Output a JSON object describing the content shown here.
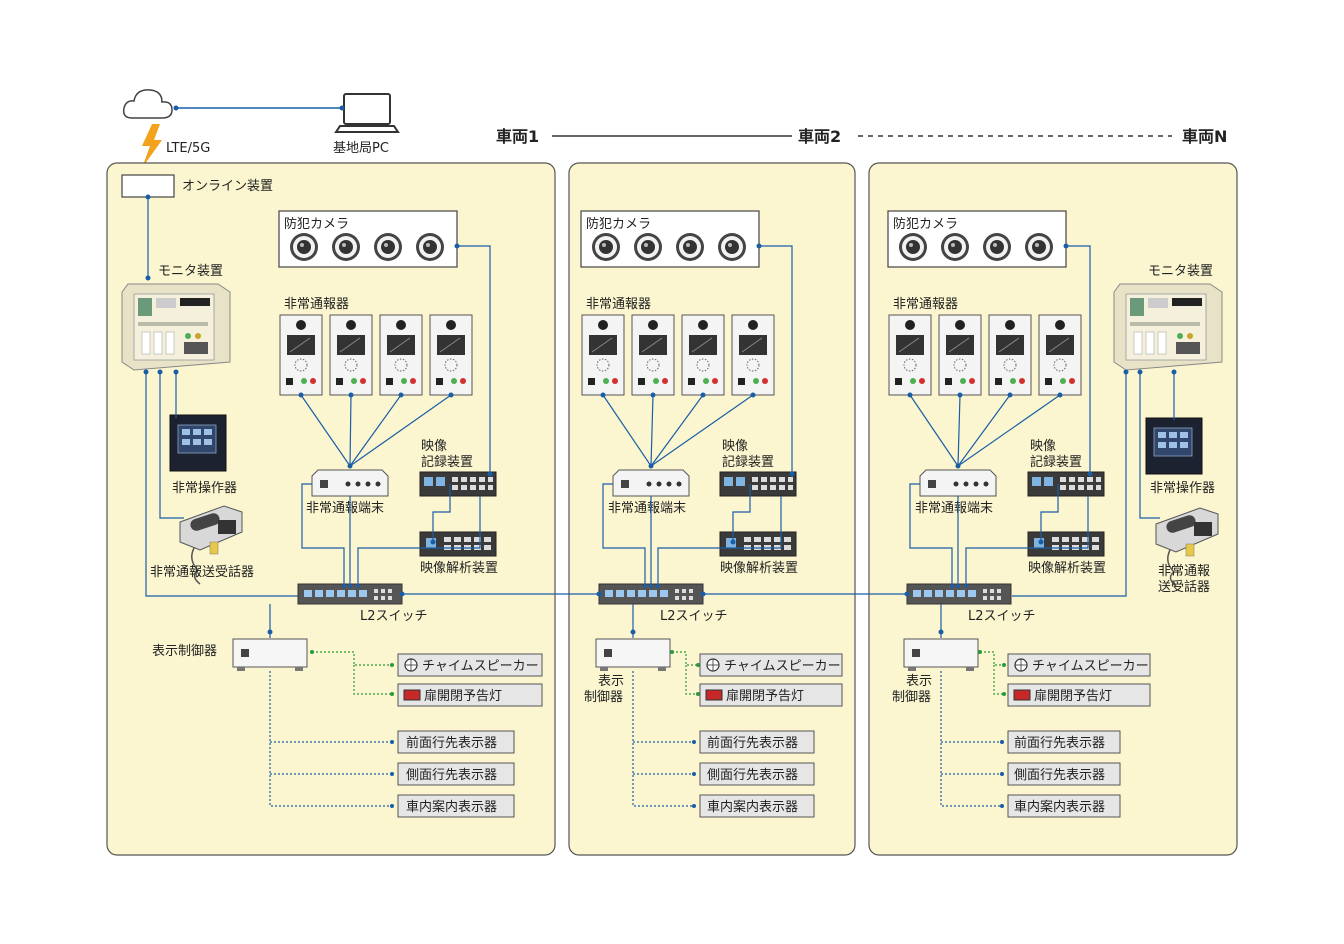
{
  "header": {
    "car1": "車両1",
    "car2": "車両2",
    "carN": "車両N"
  },
  "top": {
    "lte_label": "LTE/5G",
    "base_pc_label": "基地局PC",
    "online_label": "オンライン装置"
  },
  "car1": {
    "monitor_label": "モニタ装置",
    "camera_title": "防犯カメラ",
    "emergency_title": "非常通報器",
    "terminal_label": "非常通報端末",
    "recorder_label_1": "映像",
    "recorder_label_2": "記録装置",
    "analyzer_label": "映像解析装置",
    "operator_label": "非常操作器",
    "handset_label": "非常通報送受話器",
    "switch_label": "L2スイッチ",
    "display_ctrl_label": "表示制御器",
    "chime_label": "チャイムスピーカー",
    "door_lamp_label": "扉開閉予告灯",
    "front_display_label": "前面行先表示器",
    "side_display_label": "側面行先表示器",
    "inside_display_label": "車内案内表示器"
  },
  "car2": {
    "camera_title": "防犯カメラ",
    "emergency_title": "非常通報器",
    "terminal_label": "非常通報端末",
    "recorder_label_1": "映像",
    "recorder_label_2": "記録装置",
    "analyzer_label": "映像解析装置",
    "switch_label": "L2スイッチ",
    "display_ctrl_label_1": "表示",
    "display_ctrl_label_2": "制御器",
    "chime_label": "チャイムスピーカー",
    "door_lamp_label": "扉開閉予告灯",
    "front_display_label": "前面行先表示器",
    "side_display_label": "側面行先表示器",
    "inside_display_label": "車内案内表示器"
  },
  "carN": {
    "monitor_label": "モニタ装置",
    "camera_title": "防犯カメラ",
    "emergency_title": "非常通報器",
    "terminal_label": "非常通報端末",
    "recorder_label_1": "映像",
    "recorder_label_2": "記録装置",
    "analyzer_label": "映像解析装置",
    "operator_label": "非常操作器",
    "handset_label_1": "非常通報",
    "handset_label_2": "送受話器",
    "switch_label": "L2スイッチ",
    "display_ctrl_label_1": "表示",
    "display_ctrl_label_2": "制御器",
    "chime_label": "チャイムスピーカー",
    "door_lamp_label": "扉開閉予告灯",
    "front_display_label": "前面行先表示器",
    "side_display_label": "側面行先表示器",
    "inside_display_label": "車内案内表示器"
  },
  "colors": {
    "panel_fill": "#fbf6cf",
    "panel_stroke": "#555555",
    "line_blue": "#1a5ea8",
    "line_green": "#2a9a3a",
    "lightning": "#f2a31b",
    "display_box": "#e6e6e6"
  }
}
